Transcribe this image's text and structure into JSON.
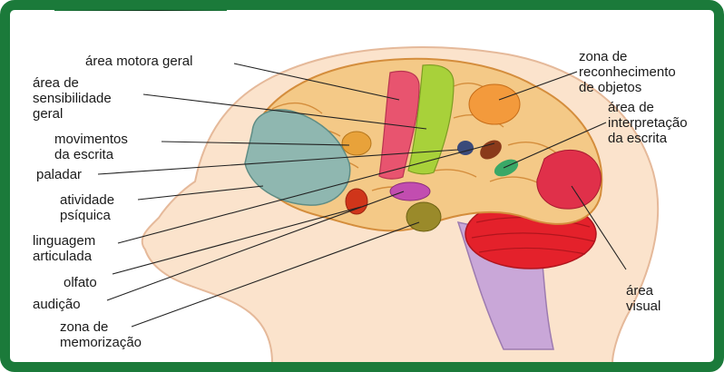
{
  "labels": {
    "area_motora_geral": "área motora geral",
    "area_sensibilidade_1": "área de",
    "area_sensibilidade_2": "sensibilidade",
    "area_sensibilidade_3": "geral",
    "movimentos_1": "movimentos",
    "movimentos_2": "da escrita",
    "paladar": "paladar",
    "atividade_1": "atividade",
    "atividade_2": "psíquica",
    "linguagem_1": "linguagem",
    "linguagem_2": "articulada",
    "olfato": "olfato",
    "audicao": "audição",
    "memorizacao_1": "zona de",
    "memorizacao_2": "memorização",
    "reconhecimento_1": "zona de",
    "reconhecimento_2": "reconhecimento",
    "reconhecimento_3": "de objetos",
    "interpretacao_1": "área de",
    "interpretacao_2": "interpretação",
    "interpretacao_3": "da escrita",
    "visual_1": "área",
    "visual_2": "visual"
  },
  "colors": {
    "frame": "#1b7a3a",
    "skin": "#fbe3cc",
    "brain": "#f4c987",
    "motor_area": "#a8d13a",
    "sensory_area": "#e8546f",
    "visual_area": "#e0304a",
    "cerebellum": "#e4212b",
    "brainstem": "#c9a7d8",
    "frontal_lobe": "#8fb7b0"
  }
}
